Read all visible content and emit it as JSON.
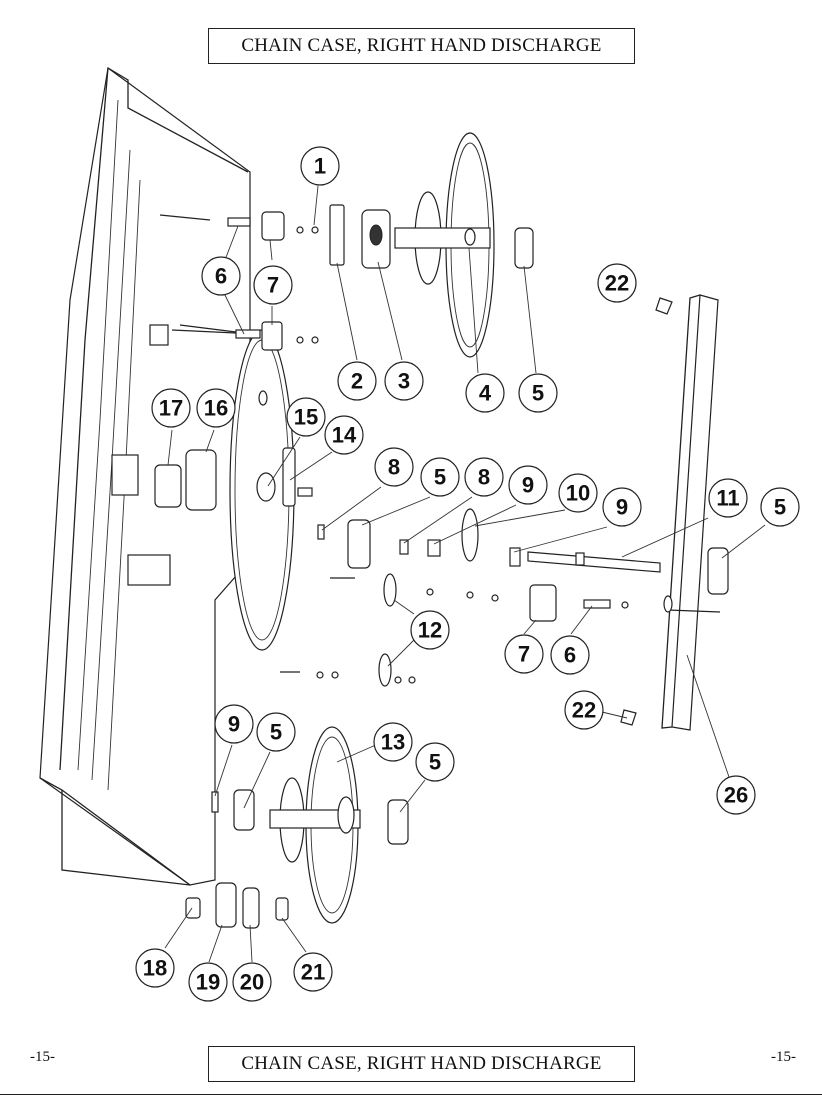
{
  "header": {
    "title": "CHAIN CASE, RIGHT HAND DISCHARGE"
  },
  "footer": {
    "title": "CHAIN CASE, RIGHT HAND DISCHARGE",
    "page_left": "-15-",
    "page_right": "-15-"
  },
  "callouts": [
    {
      "id": "c1",
      "label": "1"
    },
    {
      "id": "c2",
      "label": "2"
    },
    {
      "id": "c3",
      "label": "3"
    },
    {
      "id": "c4",
      "label": "4"
    },
    {
      "id": "c5a",
      "label": "5"
    },
    {
      "id": "c6a",
      "label": "6"
    },
    {
      "id": "c7a",
      "label": "7"
    },
    {
      "id": "c17",
      "label": "17"
    },
    {
      "id": "c16",
      "label": "16"
    },
    {
      "id": "c15",
      "label": "15"
    },
    {
      "id": "c14",
      "label": "14"
    },
    {
      "id": "c8a",
      "label": "8"
    },
    {
      "id": "c5b",
      "label": "5"
    },
    {
      "id": "c8b",
      "label": "8"
    },
    {
      "id": "c9a",
      "label": "9"
    },
    {
      "id": "c10",
      "label": "10"
    },
    {
      "id": "c9b",
      "label": "9"
    },
    {
      "id": "c11",
      "label": "11"
    },
    {
      "id": "c5c",
      "label": "5"
    },
    {
      "id": "c22a",
      "label": "22"
    },
    {
      "id": "c12",
      "label": "12"
    },
    {
      "id": "c7b",
      "label": "7"
    },
    {
      "id": "c6b",
      "label": "6"
    },
    {
      "id": "c22b",
      "label": "22"
    },
    {
      "id": "c26",
      "label": "26"
    },
    {
      "id": "c9c",
      "label": "9"
    },
    {
      "id": "c5d",
      "label": "5"
    },
    {
      "id": "c13",
      "label": "13"
    },
    {
      "id": "c5e",
      "label": "5"
    },
    {
      "id": "c18",
      "label": "18"
    },
    {
      "id": "c19",
      "label": "19"
    },
    {
      "id": "c20",
      "label": "20"
    },
    {
      "id": "c21",
      "label": "21"
    }
  ]
}
